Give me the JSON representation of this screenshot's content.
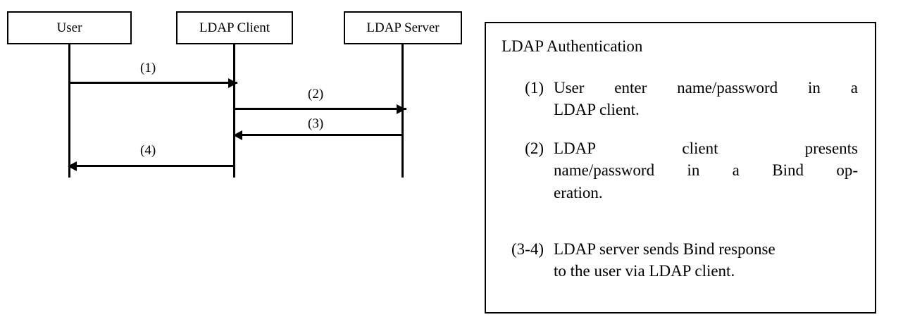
{
  "diagram": {
    "type": "sequence-diagram",
    "actors": [
      {
        "id": "user",
        "label": "User"
      },
      {
        "id": "ldap-client",
        "label": "LDAP Client"
      },
      {
        "id": "ldap-server",
        "label": "LDAP Server"
      }
    ],
    "messages": [
      {
        "label": "(1)",
        "from": "user",
        "to": "ldap-client",
        "direction": "right"
      },
      {
        "label": "(2)",
        "from": "ldap-client",
        "to": "ldap-server",
        "direction": "right"
      },
      {
        "label": "(3)",
        "from": "ldap-server",
        "to": "ldap-client",
        "direction": "left"
      },
      {
        "label": "(4)",
        "from": "ldap-client",
        "to": "user",
        "direction": "left"
      }
    ]
  },
  "panel": {
    "title": "LDAP Authentication",
    "items": [
      {
        "marker": "(1)",
        "lines": [
          {
            "text": "User enter name/password in a",
            "justify": true
          },
          {
            "text": "LDAP client.",
            "justify": false
          }
        ]
      },
      {
        "marker": "(2)",
        "lines": [
          {
            "text": "LDAP client presents",
            "justify": true
          },
          {
            "text": "name/password in a Bind op-",
            "justify": true
          },
          {
            "text": "eration.",
            "justify": false
          }
        ]
      },
      {
        "marker": "(3-4)",
        "lines": [
          {
            "text": "LDAP server sends Bind response",
            "justify": false
          },
          {
            "text": "to the user via LDAP client.",
            "justify": false
          }
        ]
      }
    ]
  },
  "colors": {
    "stroke": "#000000",
    "background": "#ffffff"
  }
}
